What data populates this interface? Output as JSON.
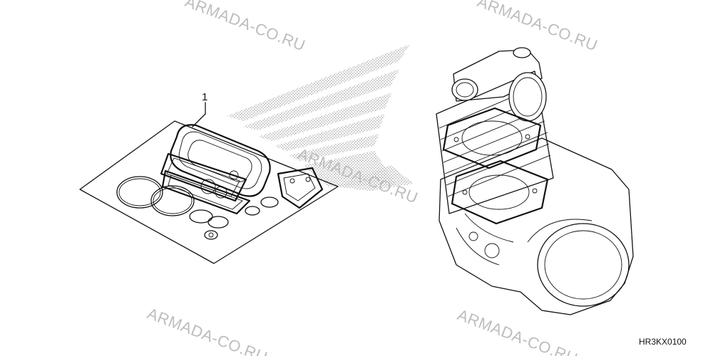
{
  "diagram": {
    "callout_number": "1",
    "figure_code": "HR3KX0100"
  },
  "watermarks": [
    "ARMADA-CO.RU",
    "ARMADA-CO.RU",
    "ARMADA-CO.RU",
    "ARMADA-CO.RU",
    "ARMADA-CO.RU"
  ],
  "icons": {
    "logo": "honda-wing-logo-icon",
    "part": "gasket-kit-icon",
    "engine": "engine-block-icon"
  },
  "colors": {
    "line": "#111111",
    "watermark": "#bdbdbd",
    "logo_dots": "#9a9a9a"
  }
}
